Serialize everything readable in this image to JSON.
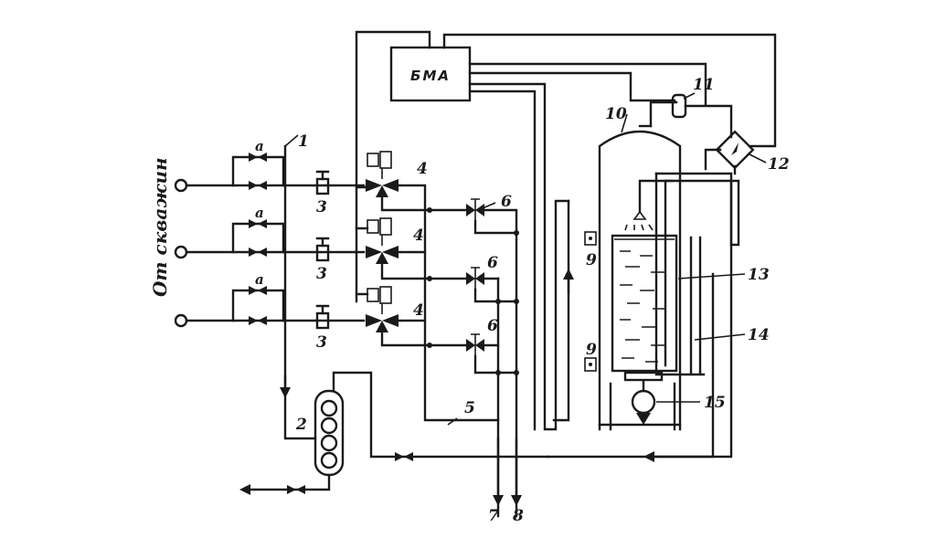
{
  "source_label": "От скважин",
  "controller_label": "БМА",
  "labels": {
    "a1": "а",
    "a2": "а",
    "a3": "а",
    "n1": "1",
    "n2": "2",
    "n3a": "3",
    "n3b": "3",
    "n3c": "3",
    "n4a": "4",
    "n4b": "4",
    "n4c": "4",
    "n5": "5",
    "n6a": "6",
    "n6b": "6",
    "n6c": "6",
    "n7": "7",
    "n8": "8",
    "n9a": "9",
    "n9b": "9",
    "n10": "10",
    "n11": "11",
    "n12": "12",
    "n13": "13",
    "n14": "14",
    "n15": "15"
  }
}
